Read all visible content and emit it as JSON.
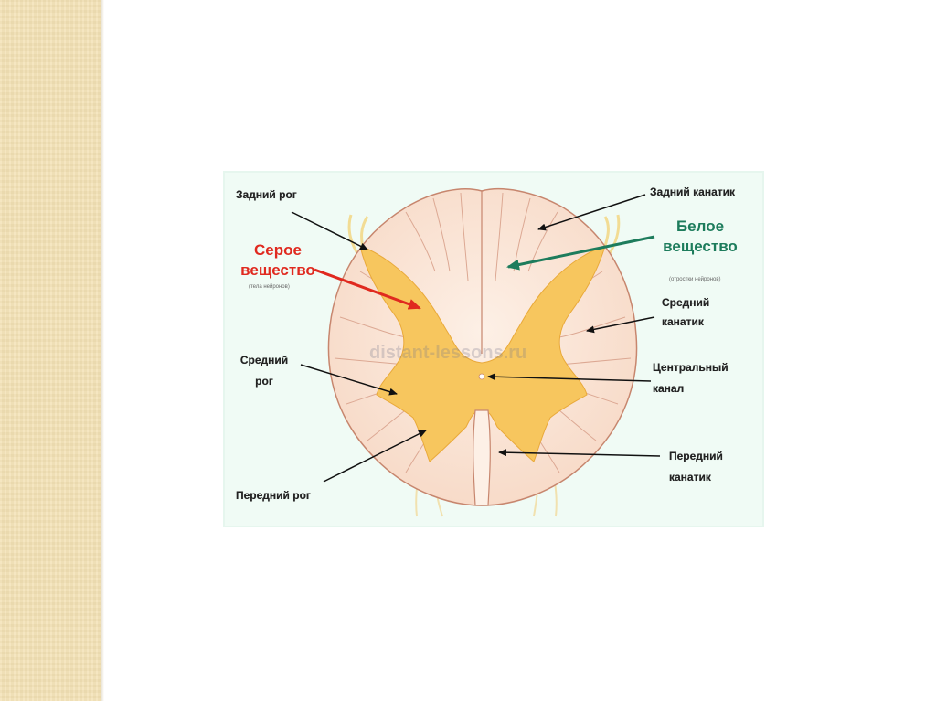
{
  "labels": {
    "posterior_horn": "Задний рог",
    "gray_matter_line1": "Серое",
    "gray_matter_line2": "вещество",
    "gray_matter_note": "(тела нейронов)",
    "middle_horn_line1": "Средний",
    "middle_horn_line2": "рог",
    "anterior_horn": "Передний рог",
    "posterior_funiculus": "Задний канатик",
    "white_matter_line1": "Белое",
    "white_matter_line2": "вещество",
    "white_matter_note": "(отростки нейронов)",
    "middle_funiculus_line1": "Средний",
    "middle_funiculus_line2": "канатик",
    "central_canal_line1": "Центральный",
    "central_canal_line2": "канал",
    "anterior_funiculus_line1": "Передний",
    "anterior_funiculus_line2": "канатик"
  },
  "watermark": "distant-lessons.ru",
  "colors": {
    "side_band": "#f3e1b4",
    "figure_bg": "#f0fbf5",
    "white_matter": "#fbe3d2",
    "gray_matter": "#f7c65e",
    "red_arrow": "#e0291f",
    "green_arrow": "#1d7c5c",
    "black_arrow": "#111111"
  }
}
